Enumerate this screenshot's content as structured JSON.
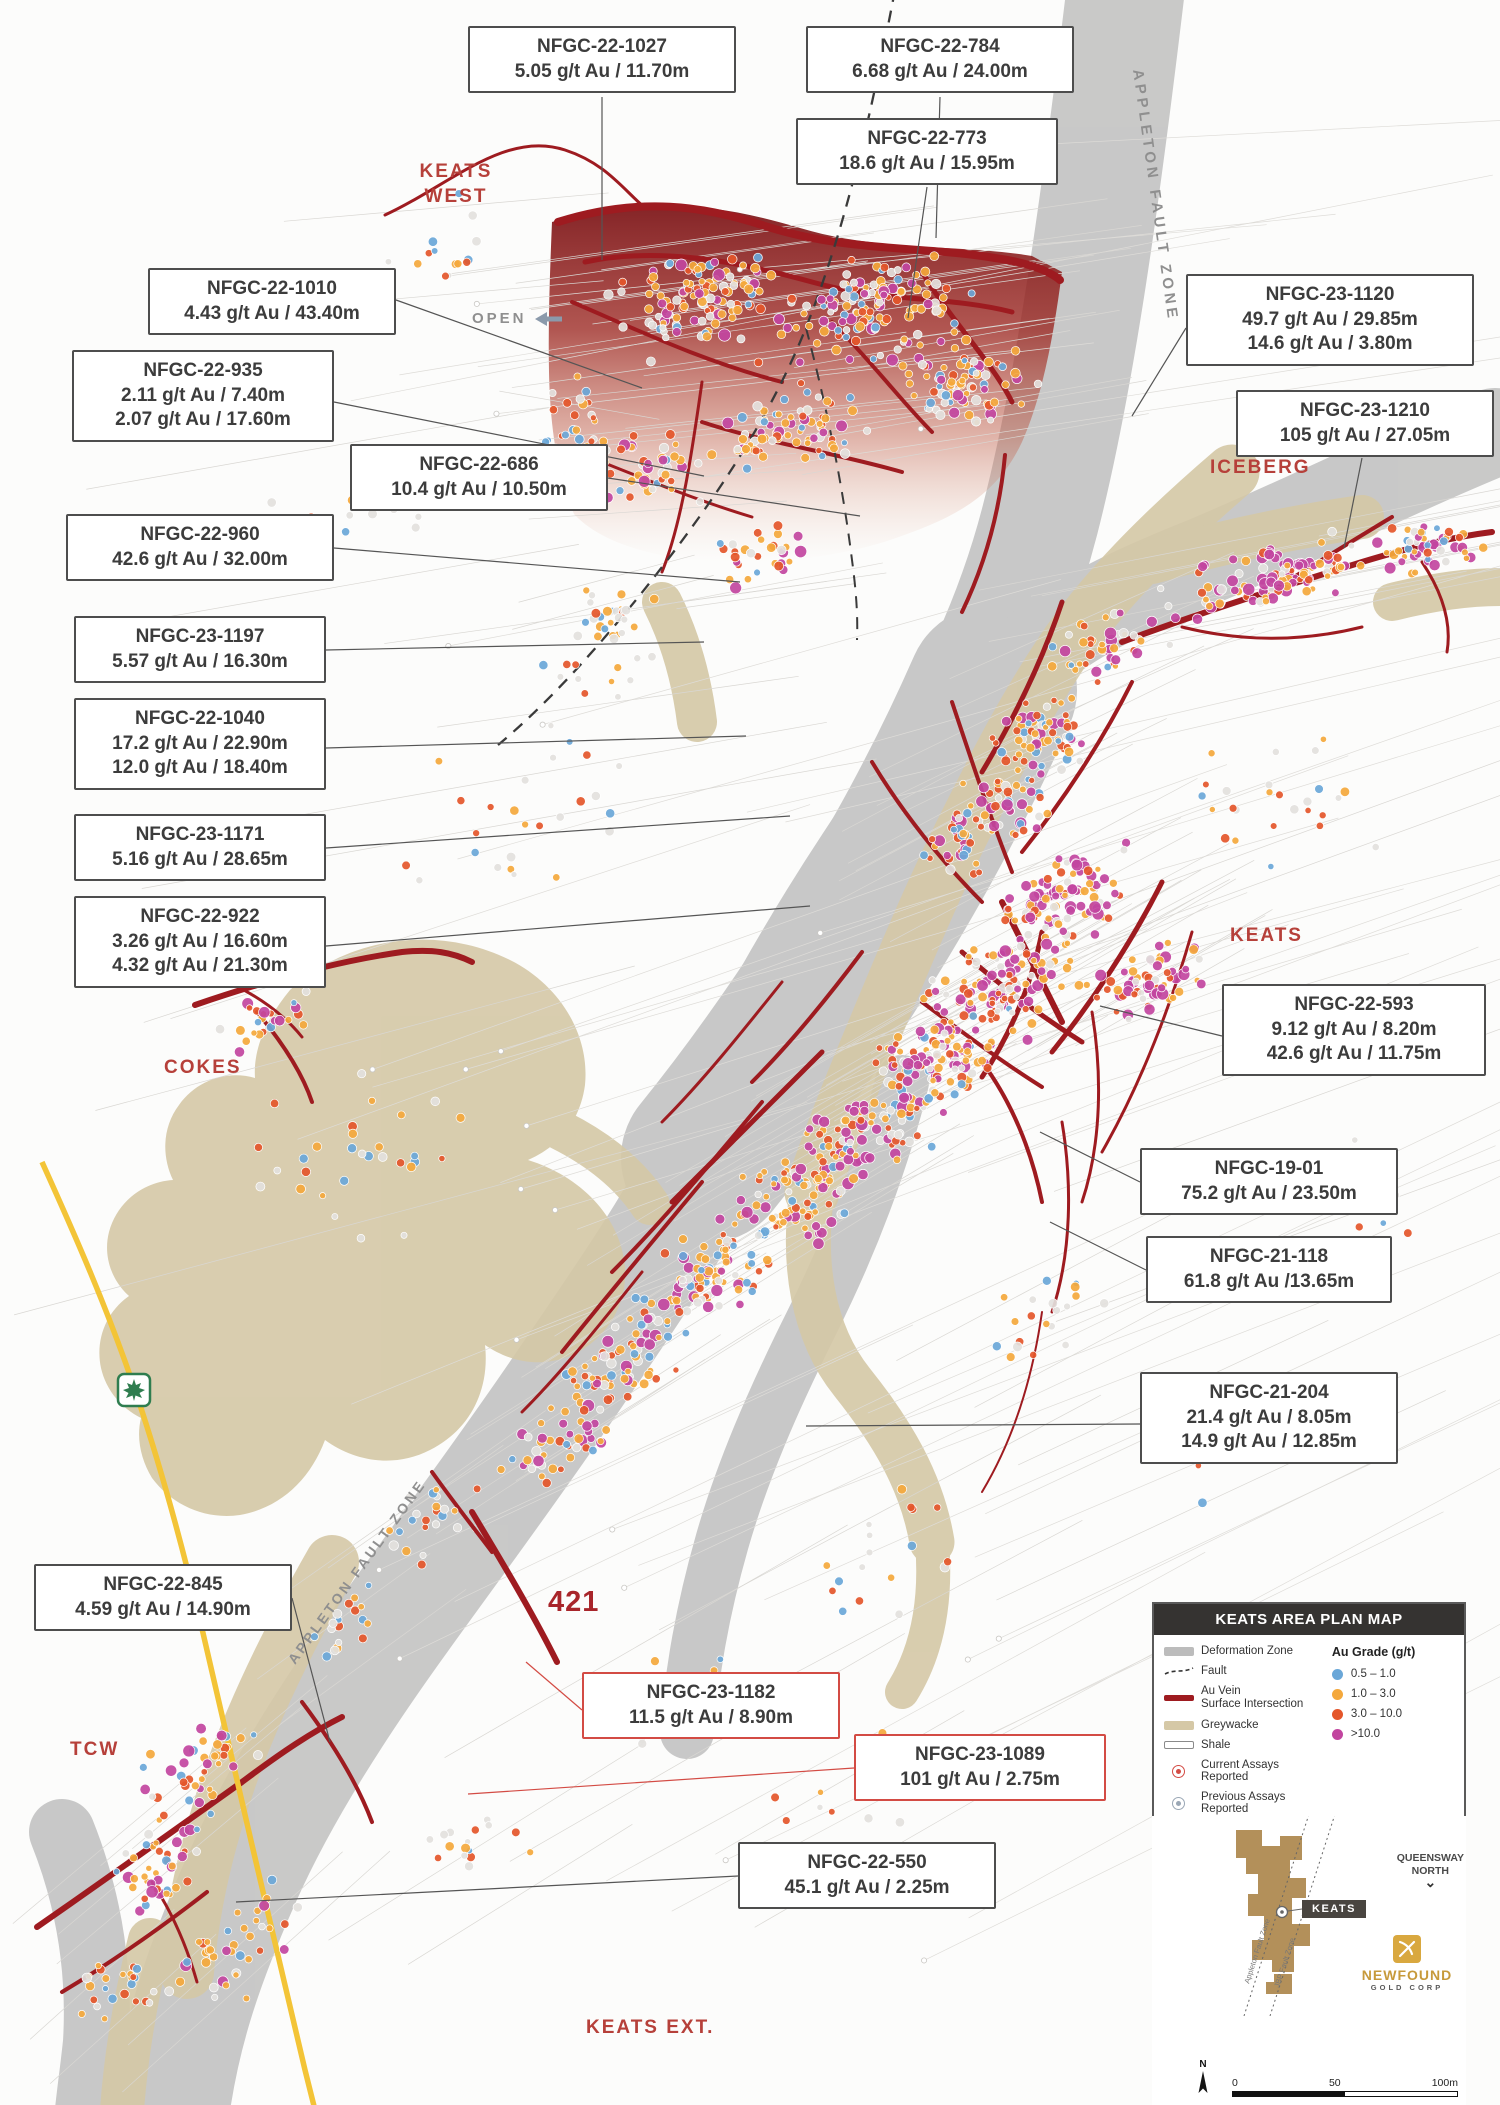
{
  "colors": {
    "vein_red": "#9e1b20",
    "deformation_gray": "#bcbcbc",
    "greywacke_tan": "#d5c8a6",
    "road_yellow": "#f3c437",
    "callout_red_border": "#d34b44",
    "label_red": "#b6403a",
    "previous_assay": "#e3e1dd"
  },
  "map": {
    "open_label": "OPEN",
    "labels": {
      "keats_west_1": "KEATS",
      "keats_west_2": "WEST",
      "iceberg": "ICEBERG",
      "keats": "KEATS",
      "cokes": "COKES",
      "tcw": "TCW",
      "keats_ext": "KEATS EXT.",
      "vein_421": "421",
      "appleton_fault_zone": "APPLETON FAULT ZONE"
    }
  },
  "callouts": [
    {
      "id": "NFGC-22-1027",
      "l1": "5.05 g/t Au / 11.70m"
    },
    {
      "id": "NFGC-22-784",
      "l1": "6.68 g/t Au / 24.00m"
    },
    {
      "id": "NFGC-22-773",
      "l1": "18.6 g/t Au / 15.95m"
    },
    {
      "id": "NFGC-22-1010",
      "l1": "4.43 g/t Au / 43.40m"
    },
    {
      "id": "NFGC-22-935",
      "l1": "2.11 g/t Au / 7.40m",
      "l2": "2.07 g/t Au / 17.60m"
    },
    {
      "id": "NFGC-22-686",
      "l1": "10.4 g/t Au / 10.50m"
    },
    {
      "id": "NFGC-22-960",
      "l1": "42.6 g/t Au / 32.00m"
    },
    {
      "id": "NFGC-23-1197",
      "l1": "5.57 g/t Au / 16.30m"
    },
    {
      "id": "NFGC-22-1040",
      "l1": "17.2 g/t Au / 22.90m",
      "l2": "12.0 g/t Au / 18.40m"
    },
    {
      "id": "NFGC-23-1171",
      "l1": "5.16 g/t Au / 28.65m"
    },
    {
      "id": "NFGC-22-922",
      "l1": "3.26 g/t Au / 16.60m",
      "l2": "4.32 g/t Au / 21.30m"
    },
    {
      "id": "NFGC-23-1120",
      "l1": "49.7 g/t Au / 29.85m",
      "l2": "14.6 g/t Au / 3.80m"
    },
    {
      "id": "NFGC-23-1210",
      "l1": "105 g/t Au / 27.05m"
    },
    {
      "id": "NFGC-22-593",
      "l1": "9.12 g/t Au / 8.20m",
      "l2": "42.6 g/t Au / 11.75m"
    },
    {
      "id": "NFGC-19-01",
      "l1": "75.2 g/t Au / 23.50m"
    },
    {
      "id": "NFGC-21-118",
      "l1": "61.8 g/t Au /13.65m"
    },
    {
      "id": "NFGC-21-204",
      "l1": "21.4 g/t Au / 8.05m",
      "l2": "14.9 g/t Au / 12.85m"
    },
    {
      "id": "NFGC-22-845",
      "l1": "4.59 g/t Au / 14.90m"
    },
    {
      "id": "NFGC-23-1182",
      "l1": "11.5 g/t Au / 8.90m"
    },
    {
      "id": "NFGC-23-1089",
      "l1": "101 g/t Au / 2.75m"
    },
    {
      "id": "NFGC-22-550",
      "l1": "45.1 g/t Au / 2.25m"
    }
  ],
  "legend": {
    "title": "KEATS AREA PLAN MAP",
    "items": [
      {
        "label": "Deformation Zone"
      },
      {
        "label": "Fault"
      },
      {
        "label": "Au Vein",
        "label2": "Surface Intersection"
      },
      {
        "label": "Greywacke"
      },
      {
        "label": "Shale"
      },
      {
        "label": "Current Assays Reported"
      },
      {
        "label": "Previous Assays Reported"
      }
    ],
    "grades_title": "Au Grade (g/t)",
    "grades": [
      {
        "range": "0.5 – 1.0",
        "color": "#6aa7d8"
      },
      {
        "range": "1.0 – 3.0",
        "color": "#f4a83c"
      },
      {
        "range": "3.0 – 10.0",
        "color": "#e4562a"
      },
      {
        "range": ">10.0",
        "color": "#c2459f"
      }
    ]
  },
  "inset": {
    "queensway_north_1": "QUEENSWAY",
    "queensway_north_2": "NORTH",
    "keats_badge": "KEATS",
    "appleton_label": "Appleton Fault Zone",
    "jbp_label": "JBP Fault Zone",
    "logo_name": "NEWFOUND",
    "logo_sub": "GOLD CORP",
    "scale": {
      "start": "0",
      "mid": "50",
      "end": "100m"
    },
    "north": "N"
  }
}
